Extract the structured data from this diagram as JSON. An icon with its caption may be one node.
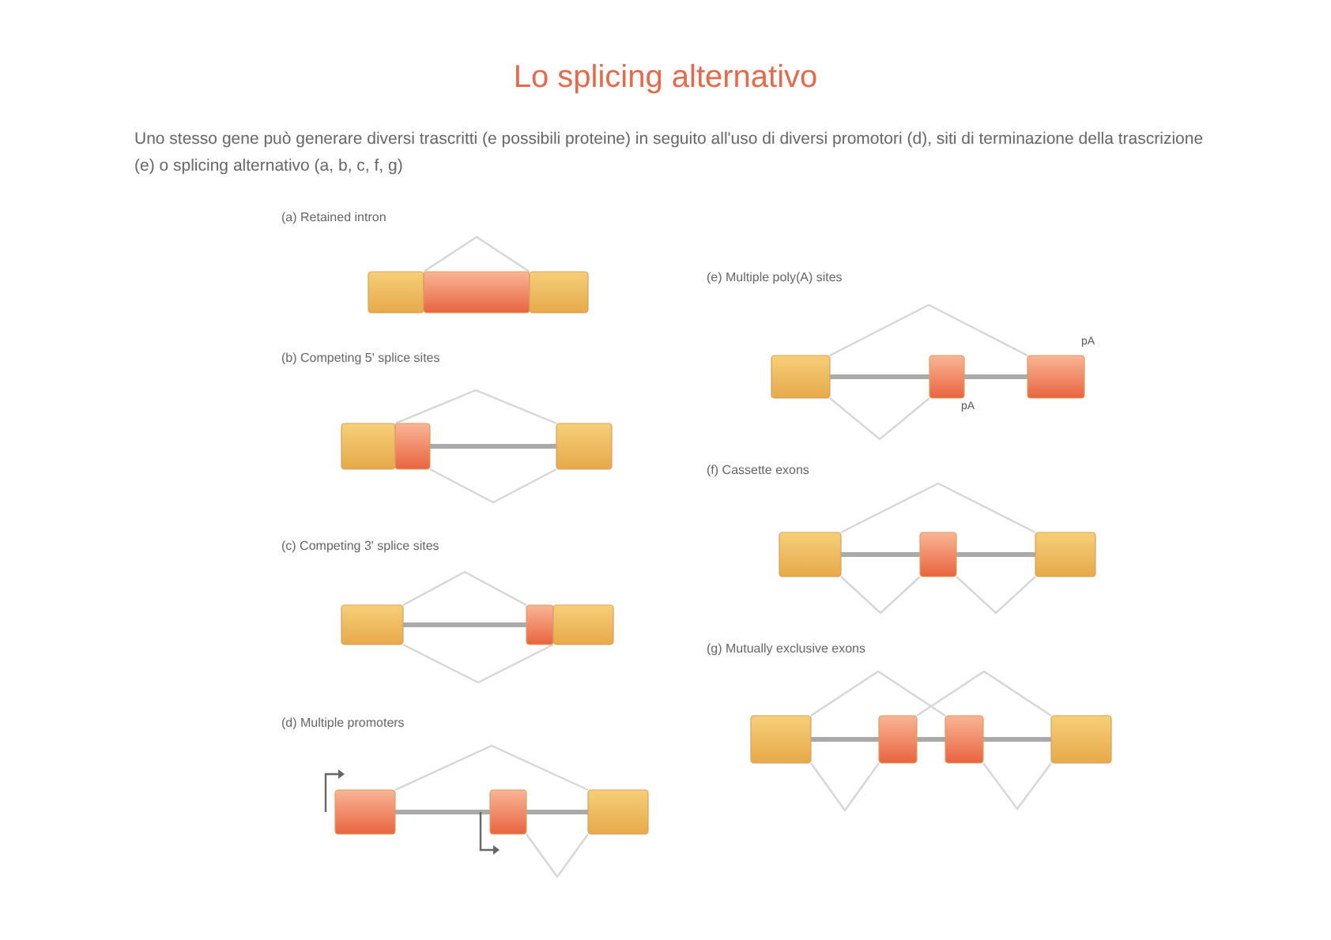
{
  "diagram": {
    "title": "Lo splicing alternativo",
    "labels": [
      "Uno stesso gene può generare diversi trascritti (e possibili proteine) in seguito all'uso di diversi promotori (d), siti di terminazione della trascrizione (e) o splicing alternativo (a, b, c, f, g)",
      "(a) Retained intron",
      "(b) Competing 5' splice sites",
      "(c) Competing 3' splice sites",
      "(d) Multiple promoters",
      "(e) Multiple poly(A) sites",
      "pA",
      "pA",
      "(f) Cassette exons",
      "(g) Mutually exclusive exons"
    ]
  }
}
